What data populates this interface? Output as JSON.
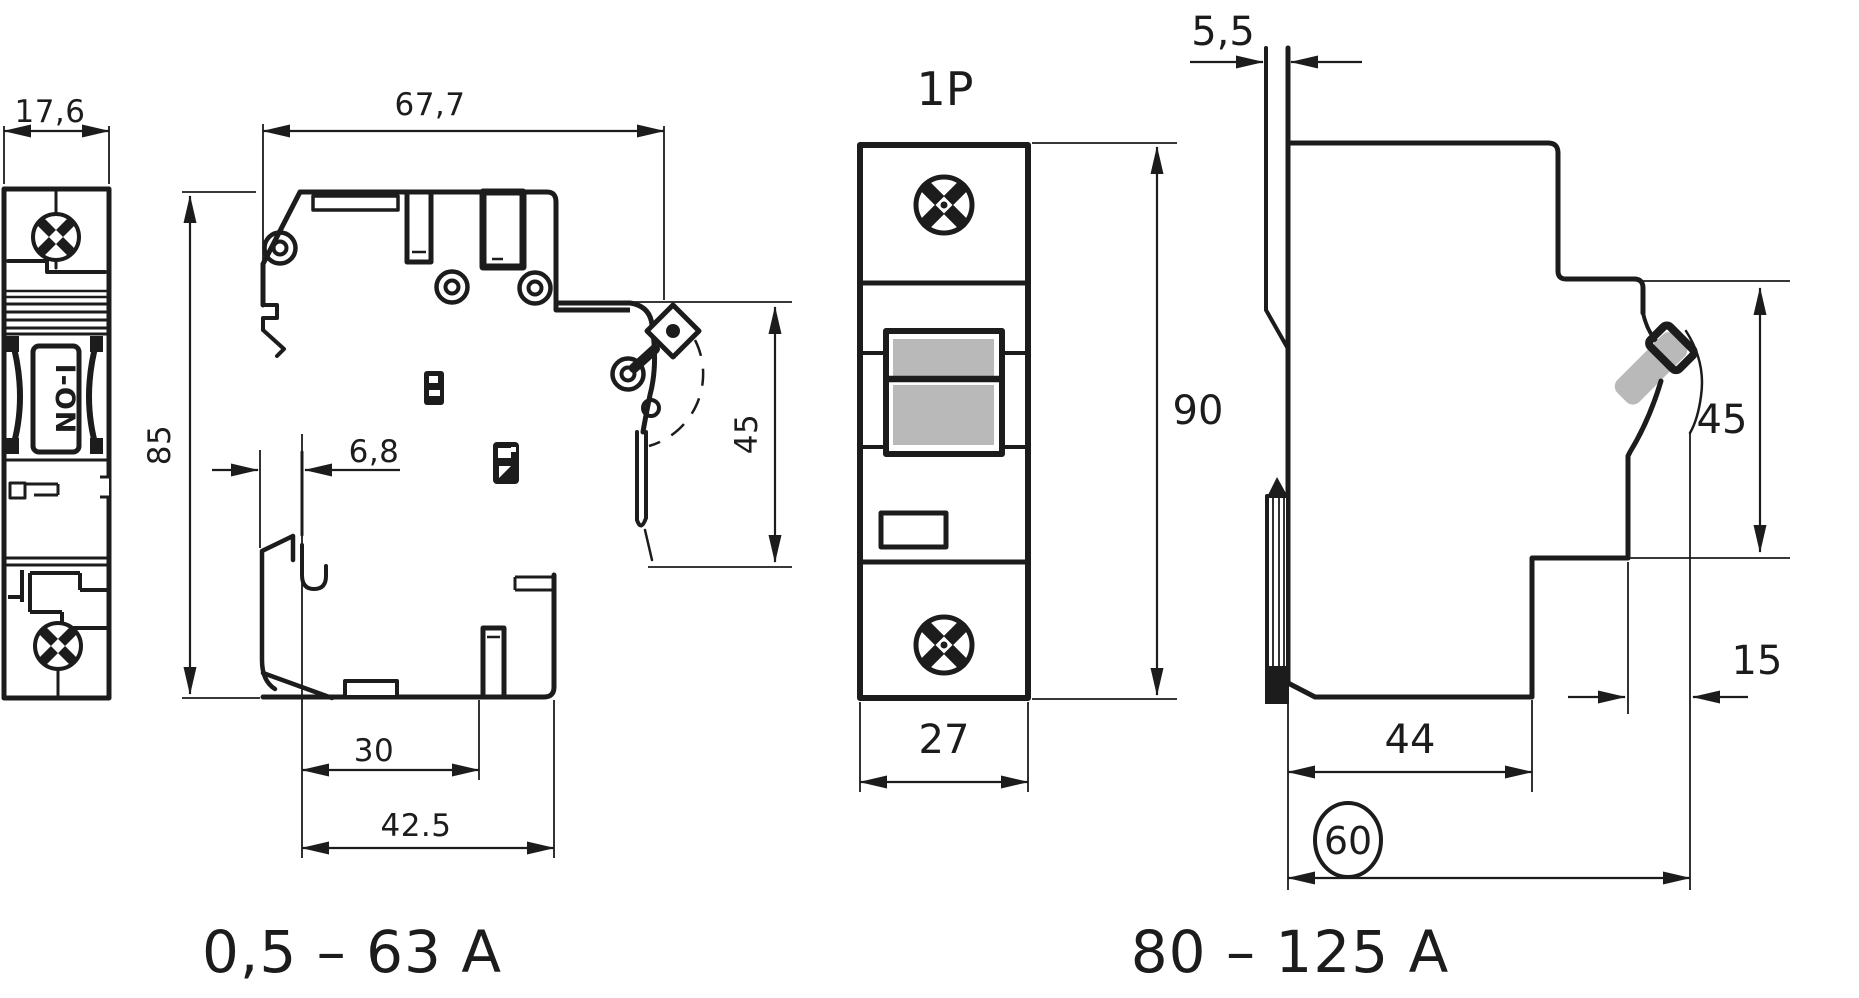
{
  "drawing": {
    "background": "#ffffff",
    "line_color": "#1c1c1c",
    "handle_color": "#b9b9b9",
    "left_unit": {
      "caption": "0,5 – 63 A",
      "front_view": {
        "width": "17,6",
        "toggle_label": "I-ON"
      },
      "side_view": {
        "depth": "67,7",
        "height": "85",
        "din_offset": "6,8",
        "handle_zone_height": "45",
        "din_recess_width": "30",
        "lower_depth": "42.5"
      }
    },
    "pole_view": {
      "label": "1P",
      "width": "27",
      "height": "90"
    },
    "right_unit": {
      "caption": "80 – 125 A",
      "side_view": {
        "panel_depth": "5,5",
        "handle_zone_height": "45",
        "handle_protrusion": "15",
        "body_depth": "44",
        "overall_depth": "60"
      }
    }
  }
}
